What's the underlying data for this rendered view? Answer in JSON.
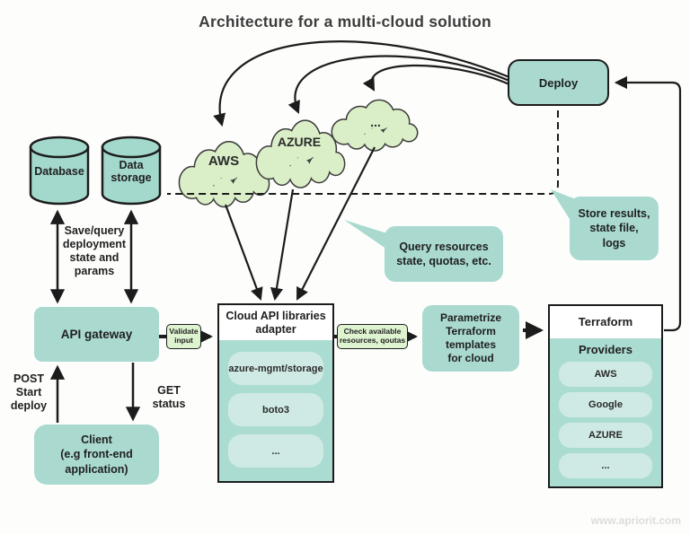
{
  "title": "Architecture for a multi-cloud solution",
  "colors": {
    "node_teal": "#a9d9cf",
    "panel_teal": "#abdcd2",
    "pill": "#cfeae4",
    "cloud_green": "#daefc8",
    "mini_label_green": "#def3d0",
    "line": "#1c1c1c"
  },
  "deploy": {
    "label": "Deploy"
  },
  "storage": {
    "database_label": "Database",
    "data_storage_label": "Data\nstorage"
  },
  "clouds": [
    {
      "label": "AWS"
    },
    {
      "label": "AZURE"
    },
    {
      "label": "..."
    }
  ],
  "annotations": {
    "save_query": "Save/query\ndeployment\nstate and\nparams",
    "post": "POST\nStart\ndeploy",
    "get": "GET\nstatus",
    "validate": "Validate\ninput",
    "check": "Check available\nresources, qoutas"
  },
  "api_gateway": {
    "label": "API gateway"
  },
  "adapter": {
    "title": "Cloud API libraries\nadapter",
    "items": [
      "azure-mgmt/storage",
      "boto3",
      "..."
    ]
  },
  "parametrize": {
    "label": "Parametrize\nTerraform\ntemplates\nfor cloud"
  },
  "terraform": {
    "title": "Terraform",
    "subtitle": "Providers",
    "items": [
      "AWS",
      "Google",
      "AZURE",
      "..."
    ]
  },
  "bubbles": {
    "query": "Query resources\nstate, quotas, etc.",
    "store": "Store results,\nstate file,\nlogs"
  },
  "client": {
    "label": "Client\n(e.g front-end\napplication)"
  },
  "watermark": "www.apriorit.com"
}
